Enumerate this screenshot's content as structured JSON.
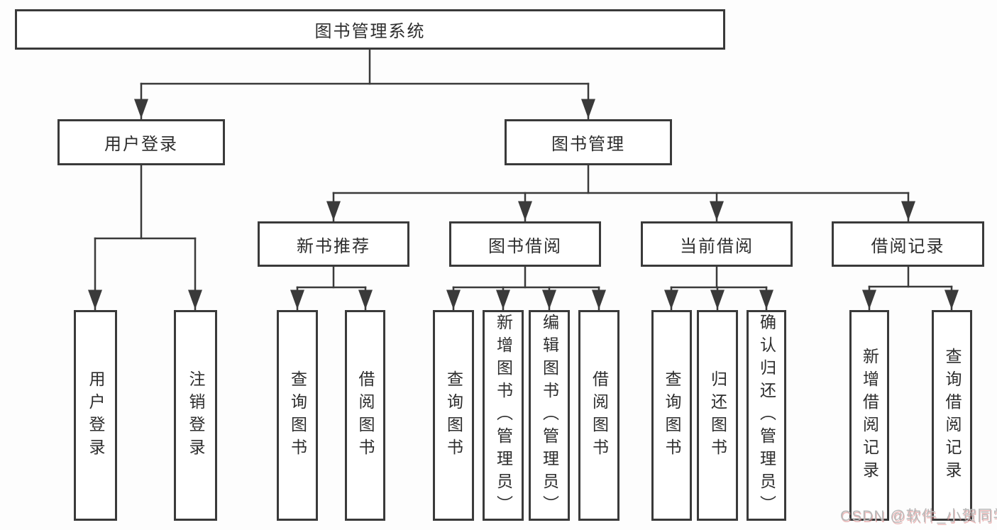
{
  "diagram": {
    "root": {
      "label": "图书管理系统",
      "children": [
        {
          "label": "用户登录",
          "children": [
            {
              "label": "用户登录"
            },
            {
              "label": "注销登录"
            }
          ]
        },
        {
          "label": "图书管理",
          "children": [
            {
              "label": "新书推荐",
              "children": [
                {
                  "label": "查询图书"
                },
                {
                  "label": "借阅图书"
                }
              ]
            },
            {
              "label": "图书借阅",
              "children": [
                {
                  "label": "查询图书"
                },
                {
                  "label": "新增图书（管理员）"
                },
                {
                  "label": "编辑图书（管理员）"
                },
                {
                  "label": "借阅图书"
                }
              ]
            },
            {
              "label": "当前借阅",
              "children": [
                {
                  "label": "查询图书"
                },
                {
                  "label": "归还图书"
                },
                {
                  "label": "确认归还（管理员）"
                }
              ]
            },
            {
              "label": "借阅记录",
              "children": [
                {
                  "label": "新增借阅记录"
                },
                {
                  "label": "查询借阅记录"
                }
              ]
            }
          ]
        }
      ]
    }
  },
  "watermark": {
    "text": "CSDN @软件_小贺同学"
  },
  "colors": {
    "line": "#3a3a3a",
    "box_border": "#3a3a3a",
    "box_fill": "#ffffff",
    "text": "#2d2d2d",
    "background": "#fdfdfd",
    "watermark": "#b9b9b9",
    "watermark_shadow": "#dd8282"
  }
}
